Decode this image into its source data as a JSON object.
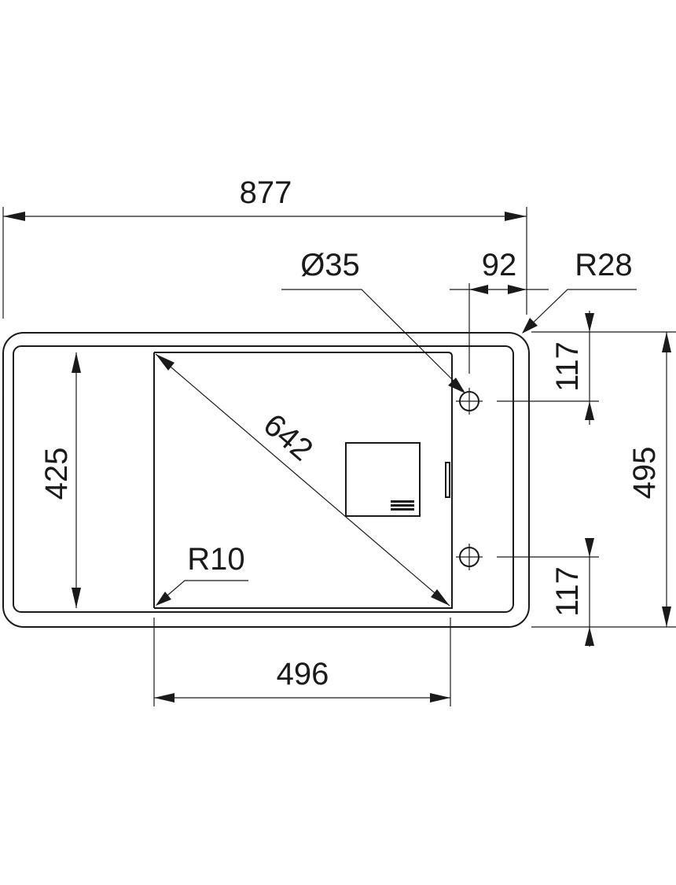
{
  "dimensions": {
    "overall_width": "877",
    "hole_diameter": "Ø35",
    "hole_offset": "92",
    "corner_radius_outer": "R28",
    "drainer_depth": "425",
    "bowl_diagonal": "642",
    "corner_radius_inner": "R10",
    "bowl_width": "496",
    "overall_depth": "495",
    "hole_to_top": "117",
    "hole_to_bottom": "117"
  },
  "colors": {
    "line": "#1a1a1a",
    "background": "#ffffff"
  }
}
